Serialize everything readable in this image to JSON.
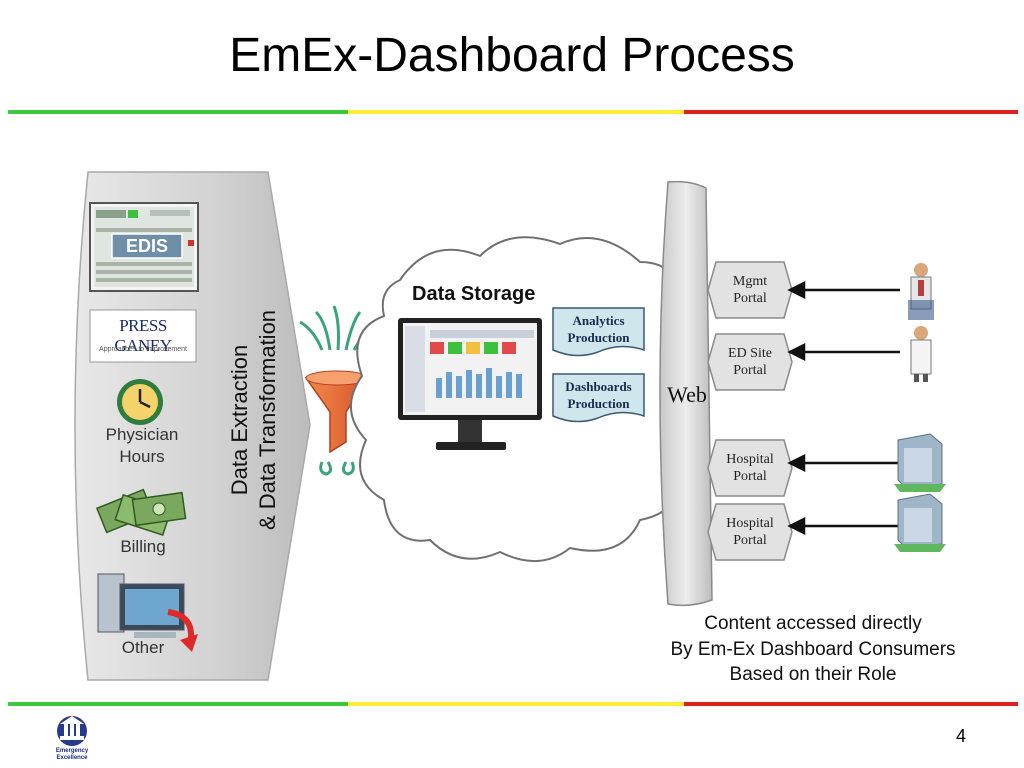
{
  "title": "EmEx-Dashboard Process",
  "sources": {
    "edis": "EDIS",
    "press_ganey": "PRESS GANEY",
    "press_ganey_tagline": "Approaches to Improvement",
    "physician_hours": "Physician Hours",
    "billing": "Billing",
    "other": "Other"
  },
  "extraction": {
    "line1": "Data Extraction",
    "line2": "& Data Transformation"
  },
  "storage": {
    "title": "Data Storage",
    "analytics_line1": "Analytics",
    "analytics_line2": "Production",
    "dashboards_line1": "Dashboards",
    "dashboards_line2": "Production"
  },
  "web_label": "Web",
  "portals": [
    {
      "line1": "Mgmt",
      "line2": "Portal"
    },
    {
      "line1": "ED Site",
      "line2": "Portal"
    },
    {
      "line1": "Hospital",
      "line2": "Portal"
    },
    {
      "line1": "Hospital",
      "line2": "Portal"
    }
  ],
  "caption": {
    "line1": "Content accessed directly",
    "line2": "By Em-Ex Dashboard Consumers",
    "line3": "Based on their Role"
  },
  "footer": {
    "logo_line1": "Emergency",
    "logo_line2": "Excellence",
    "page_number": "4"
  },
  "colors": {
    "green": "#3ec63e",
    "yellow": "#ffee33",
    "red": "#e02020",
    "funnel": "#e8663a",
    "panel": "#d9d9d9"
  },
  "icons": [
    "clock-icon",
    "money-icon",
    "computer-icon",
    "funnel-icon",
    "monitor-icon",
    "person-icon",
    "building-icon"
  ]
}
